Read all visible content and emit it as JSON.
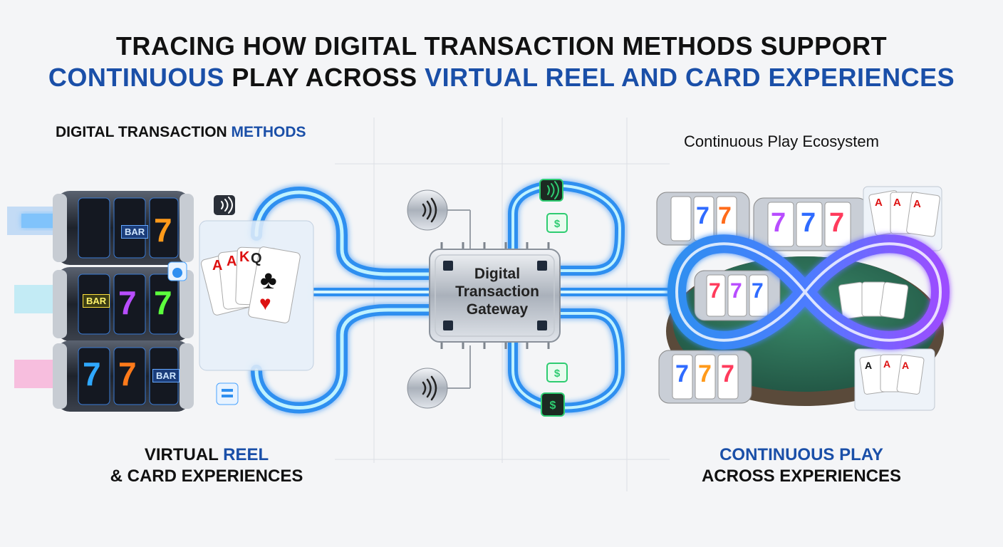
{
  "title": {
    "line1": "TRACING HOW DIGITAL TRANSACTION METHODS SUPPORT",
    "line2_part1": "CONTINUOUS",
    "line2_part2": " PLAY ACROSS ",
    "line2_part3": "VIRTUAL REEL AND CARD EXPERIENCES"
  },
  "labels": {
    "methods_part1": "DIGITAL TRANSACTION ",
    "methods_part2": "METHODS",
    "ecosystem": "Continuous Play Ecosystem",
    "virtual_part1": "VIRTUAL ",
    "virtual_part2": "REEL",
    "virtual_line2": "& CARD EXPERIENCES",
    "continuous_line1": "CONTINUOUS PLAY",
    "continuous_line2": "ACROSS EXPERIENCES"
  },
  "gateway": {
    "line1": "Digital",
    "line2": "Transaction",
    "line3": "Gateway"
  },
  "reel_symbols": {
    "bar": "BAR",
    "seven": "7",
    "cherry": "cherry-icon"
  },
  "cards": {
    "a": "A",
    "k": "K",
    "q": "Q"
  },
  "colors": {
    "accent_blue": "#1a4fa8",
    "flow_blue": "#2f8ff0",
    "flow_cyan": "#7fe3ff",
    "infinity_purple": "#9b4dff",
    "table_green": "#2a6b52",
    "chip_green": "#2ecc71"
  }
}
